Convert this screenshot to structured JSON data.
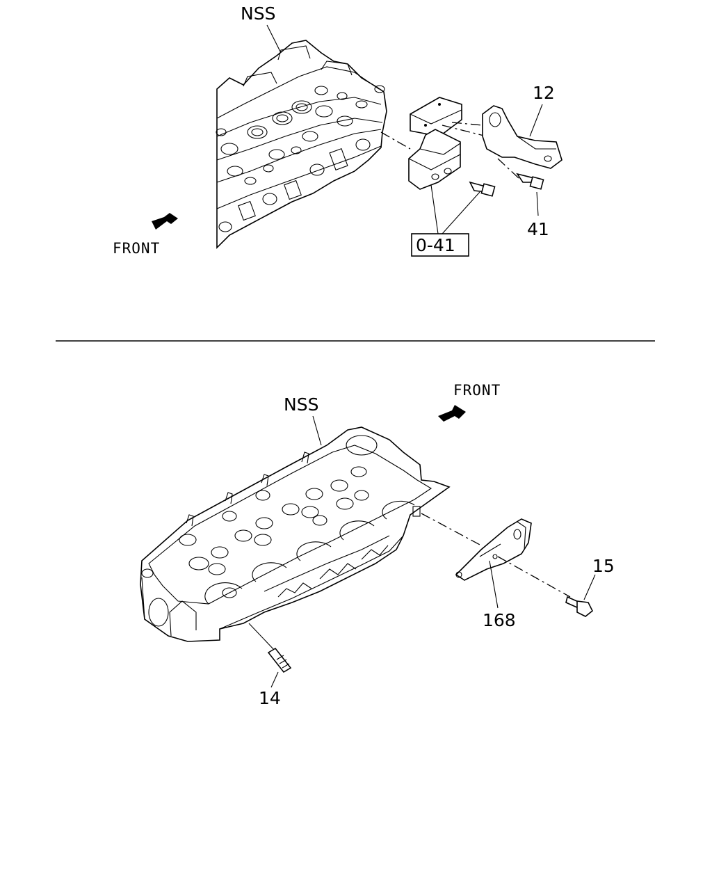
{
  "top_view": {
    "labels": {
      "head": "NSS",
      "bracket": "12",
      "bolt": "41",
      "boxed_ref": "0-41",
      "front": "FRONT"
    }
  },
  "bottom_view": {
    "labels": {
      "head": "NSS",
      "front": "FRONT",
      "bracket": "168",
      "bolt": "15",
      "stud": "14"
    }
  }
}
